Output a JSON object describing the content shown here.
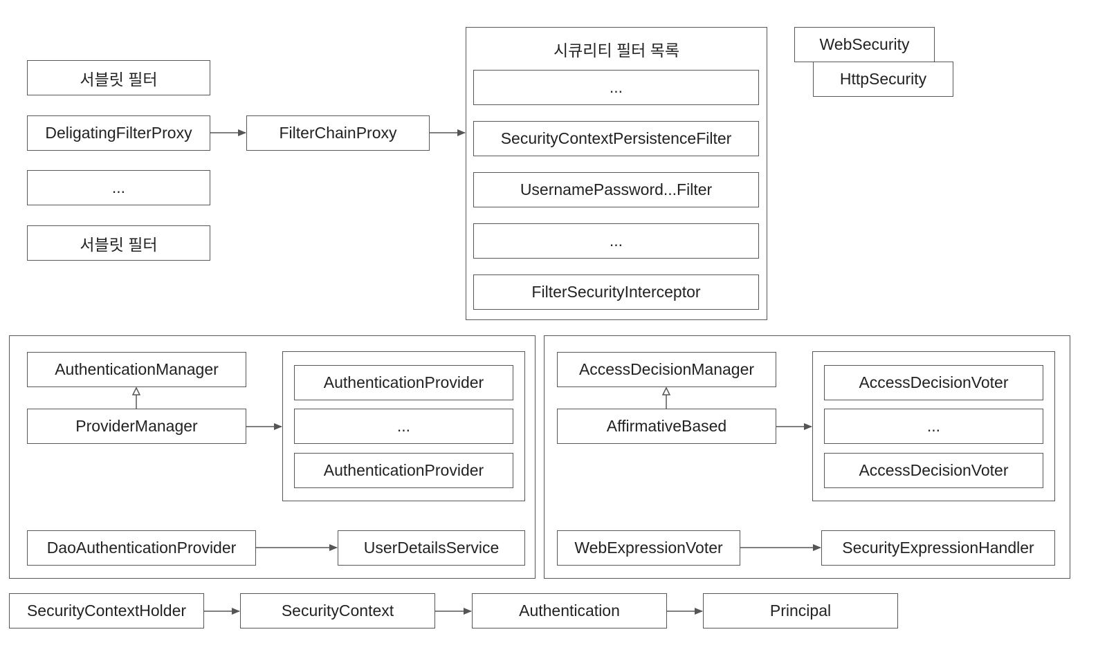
{
  "servlet_filters": {
    "filter_top": "서블릿 필터",
    "delegating": "DeligatingFilterProxy",
    "ellipsis": "...",
    "filter_bottom": "서블릿 필터"
  },
  "filter_chain_proxy": "FilterChainProxy",
  "security_filter_list": {
    "title": "시큐리티 필터 목록",
    "items": [
      "...",
      "SecurityContextPersistenceFilter",
      "UsernamePassword...Filter",
      "...",
      "FilterSecurityInterceptor"
    ]
  },
  "config": {
    "web_security": "WebSecurity",
    "http_security": "HttpSecurity"
  },
  "authentication": {
    "manager": "AuthenticationManager",
    "provider_manager": "ProviderManager",
    "providers": [
      "AuthenticationProvider",
      "...",
      "AuthenticationProvider"
    ],
    "dao_provider": "DaoAuthenticationProvider",
    "user_details_service": "UserDetailsService"
  },
  "authorization": {
    "manager": "AccessDecisionManager",
    "affirmative": "AffirmativeBased",
    "voters": [
      "AccessDecisionVoter",
      "...",
      "AccessDecisionVoter"
    ],
    "expression_voter": "WebExpressionVoter",
    "expression_handler": "SecurityExpressionHandler"
  },
  "context_chain": [
    "SecurityContextHolder",
    "SecurityContext",
    "Authentication",
    "Principal"
  ]
}
